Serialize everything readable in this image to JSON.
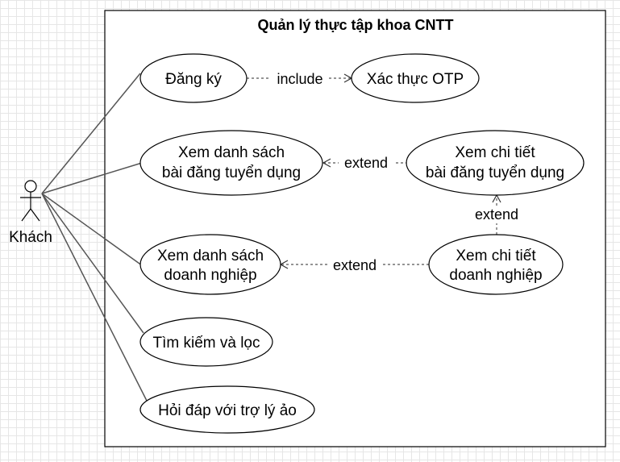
{
  "system": {
    "title": "Quản lý thực tập khoa CNTT"
  },
  "actor": {
    "name": "Khách",
    "icon": "stick-figure-actor-icon"
  },
  "use_cases": {
    "register": {
      "line1": "Đăng ký"
    },
    "otp": {
      "line1": "Xác thực OTP"
    },
    "view_posts": {
      "line1": "Xem danh sách",
      "line2": "bài đăng tuyển dụng"
    },
    "post_detail": {
      "line1": "Xem chi tiết",
      "line2": "bài đăng tuyển dụng"
    },
    "view_companies": {
      "line1": "Xem danh sách",
      "line2": "doanh nghiệp"
    },
    "company_detail": {
      "line1": "Xem chi tiết",
      "line2": "doanh nghiệp"
    },
    "search": {
      "line1": "Tìm kiếm và lọc"
    },
    "qa": {
      "line1": "Hỏi đáp với trợ lý ảo"
    }
  },
  "relations": {
    "include": "include",
    "extend_posts": "extend",
    "extend_detail": "extend",
    "extend_companies": "extend"
  }
}
